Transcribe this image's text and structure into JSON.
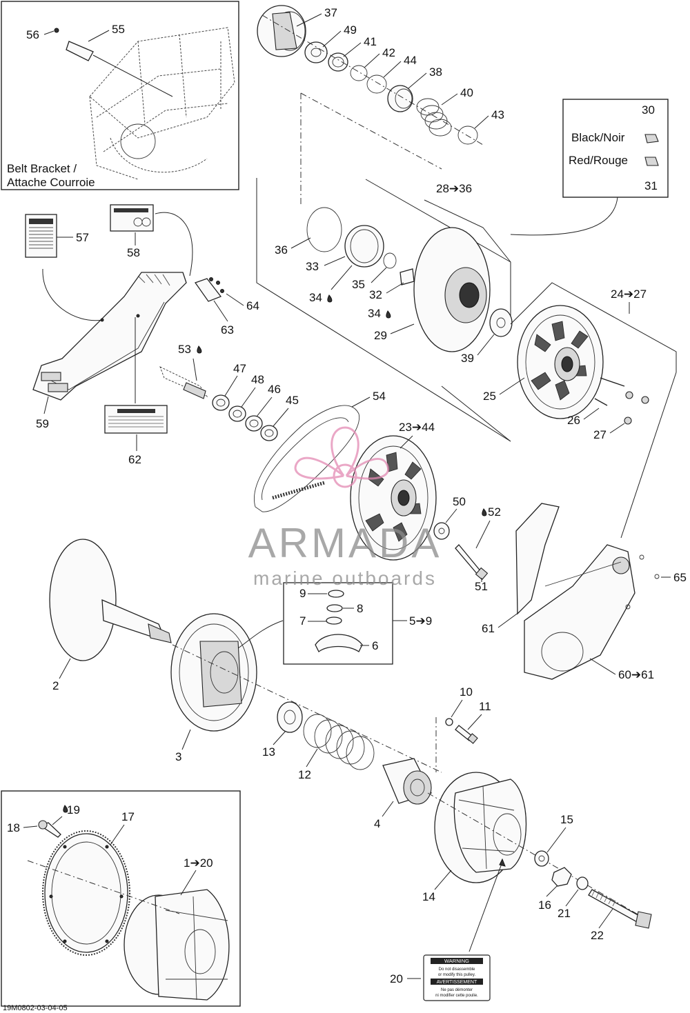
{
  "belt_bracket_inset": {
    "line1": "Belt Bracket /",
    "line2": "Attache Courroie"
  },
  "color_legend": {
    "black_label": "Black/Noir",
    "red_label": "Red/Rouge",
    "black_callout": "30",
    "red_callout": "31"
  },
  "callouts": {
    "c37": "37",
    "c49": "49",
    "c41": "41",
    "c42": "42",
    "c44": "44",
    "c38": "38",
    "c40": "40",
    "c43": "43",
    "c56": "56",
    "c55": "55",
    "c28_36": "28➔36",
    "c36": "36",
    "c33": "33",
    "c34a": "34",
    "c35": "35",
    "c32": "32",
    "c34b": "34",
    "c29": "29",
    "c39": "39",
    "c24_27": "24➔27",
    "c25": "25",
    "c26": "26",
    "c27": "27",
    "c57": "57",
    "c58": "58",
    "c64": "64",
    "c63": "63",
    "c53": "53",
    "c47": "47",
    "c48": "48",
    "c46": "46",
    "c45": "45",
    "c54": "54",
    "c23_44": "23➔44",
    "c59": "59",
    "c62": "62",
    "c50": "50",
    "c52": "52",
    "c51": "51",
    "c65": "65",
    "c9": "9",
    "c8": "8",
    "c7": "7",
    "c5_9": "5➔9",
    "c6": "6",
    "c61": "61",
    "c60_61": "60➔61",
    "c2": "2",
    "c3": "3",
    "c10": "10",
    "c11": "11",
    "c13": "13",
    "c12": "12",
    "c4": "4",
    "c19": "19",
    "c17": "17",
    "c18": "18",
    "c1_20": "1➔20",
    "c15": "15",
    "c16": "16",
    "c21": "21",
    "c14": "14",
    "c22": "22",
    "c20": "20"
  },
  "warning_label": {
    "title1": "WARNING",
    "text1a": "Do not disassemble",
    "text1b": "or modify this pulley.",
    "title2": "AVERTISSEMENT",
    "text2a": "Ne pas démonter",
    "text2b": "ni modifier cette poulie."
  },
  "watermark": {
    "brand": "ARMADA",
    "tagline": "marine outboards"
  },
  "figure_code": "19M0802-03-04-05"
}
